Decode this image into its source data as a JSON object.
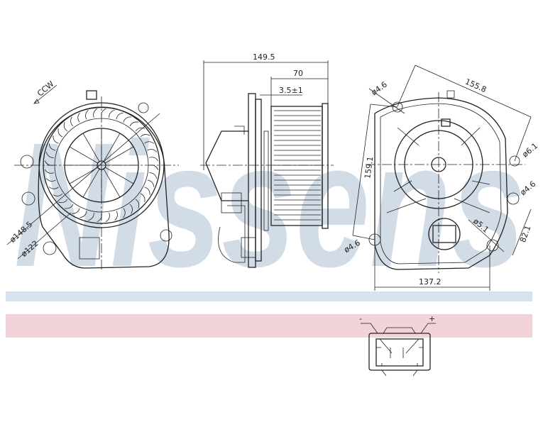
{
  "logo": {
    "watermark_text": "Nissens"
  },
  "colors": {
    "line": "#222222",
    "watermark": "#c9d6e3",
    "band_blue": "#d6e3ef",
    "band_pink": "#f2d3da"
  },
  "front_view": {
    "rotation_label": "CCW",
    "outer_diameter": "ø148.5",
    "inner_diameter": "ø122"
  },
  "side_view": {
    "overall_length": "149.5",
    "wheel_length": "70",
    "gap": "3.5±1"
  },
  "rear_view": {
    "hole_top_left": "ø4.6",
    "diagonal_width": "155.8",
    "hole_right_upper": "ø6.1",
    "height": "159.1",
    "hole_right_lower": "ø4.6",
    "hole_center": "ø5.1",
    "offset": "82.1",
    "hole_bottom_left": "ø4.6",
    "bottom_width": "137.2"
  },
  "connector": {
    "minus_label": "-",
    "plus_label": "+"
  }
}
